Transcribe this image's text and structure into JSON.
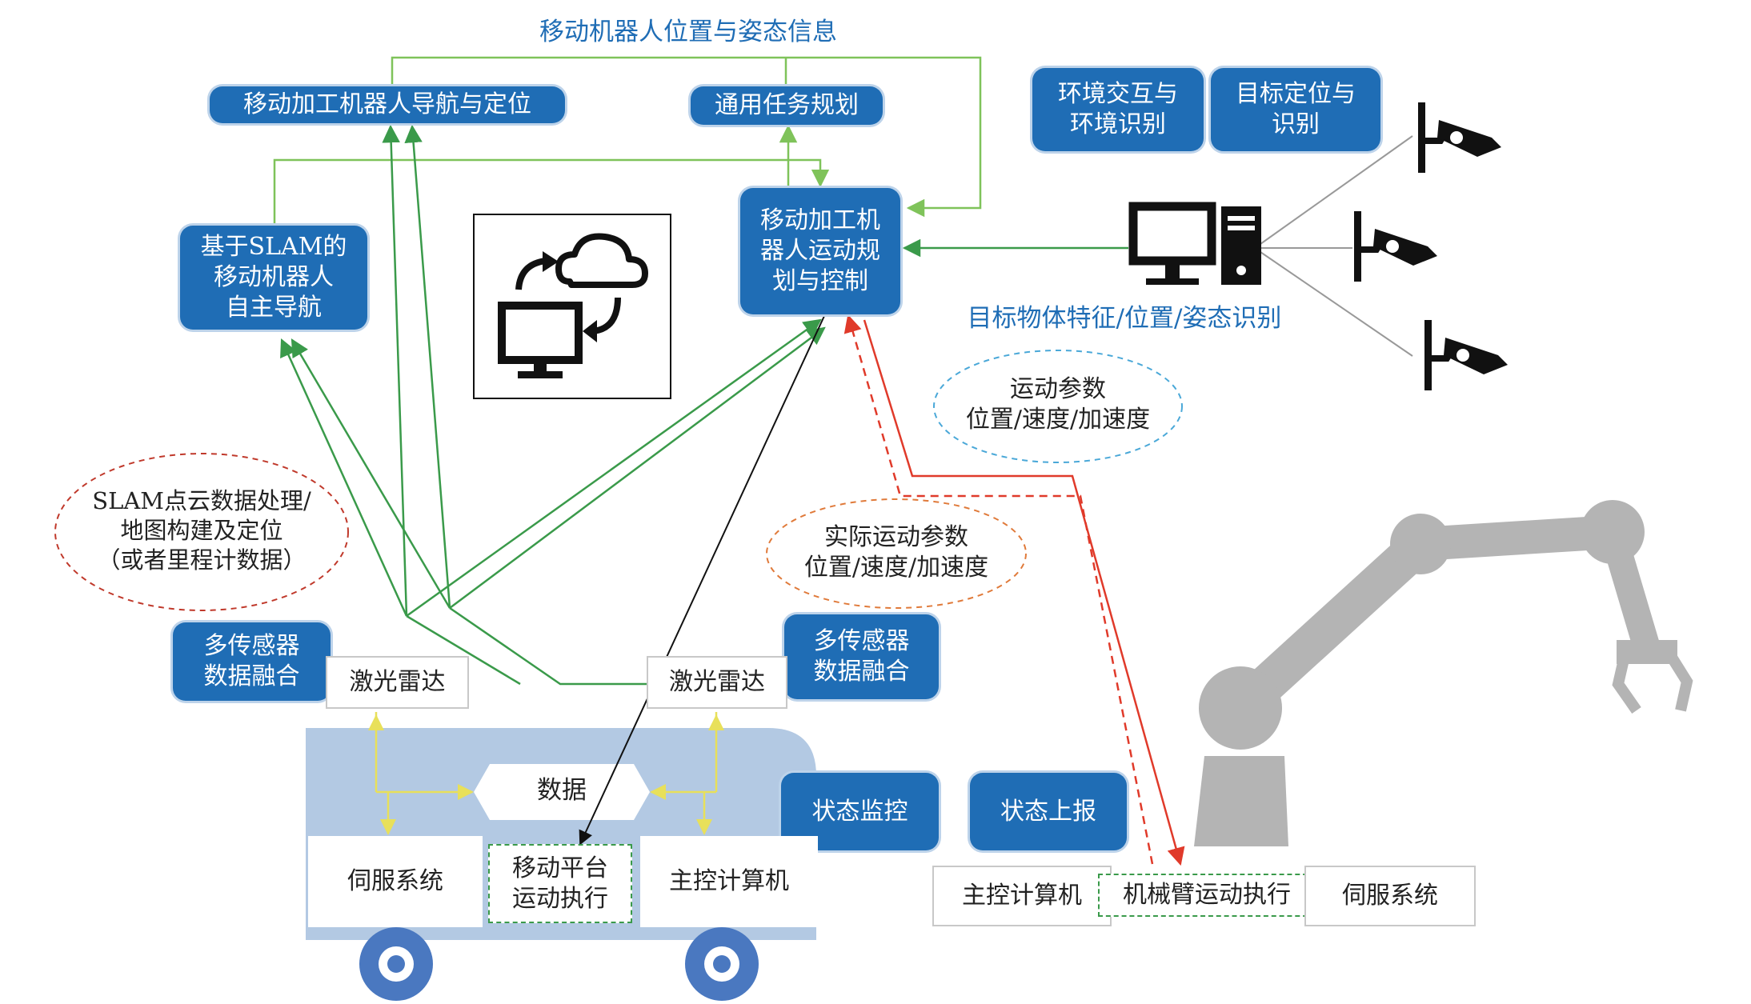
{
  "top_label": "移动机器人位置与姿态信息",
  "nav_box": "移动加工机器人导航与定位",
  "task_box": "通用任务规划",
  "slam_box": "基于SLAM的\n移动机器人\n自主导航",
  "motion_box": "移动加工机\n器人运动规\n划与控制",
  "env_box": "环境交互与\n环境识别",
  "target_box": "目标定位与\n识别",
  "target_label": "目标物体特征/位置/姿态识别",
  "ellipse_motion": "运动参数\n位置/速度/加速度",
  "ellipse_slam": "SLAM点云数据处理/\n地图构建及定位\n（或者里程计数据）",
  "ellipse_actual": "实际运动参数\n位置/速度/加速度",
  "fusion_left": "多传感器\n数据融合",
  "fusion_right": "多传感器\n数据融合",
  "lidar_left": "激光雷达",
  "lidar_right": "激光雷达",
  "data_hex": "数据",
  "servo_left": "伺服系统",
  "platform_exec": "移动平台\n运动执行",
  "main_computer_left": "主控计算机",
  "status_monitor": "状态监控",
  "status_report": "状态上报",
  "main_computer_right": "主控计算机",
  "arm_exec": "机械臂运动执行",
  "servo_right": "伺服系统",
  "icons": [
    "cloud-computer-icon",
    "desktop-computer-icon",
    "surveillance-camera-icon",
    "robot-arm-icon",
    "wheel-icon"
  ],
  "colors": {
    "blue": "#1f6db5",
    "green_arrow": "#3a9a4a",
    "light_green_arrow": "#7fc35a",
    "red_arrow": "#e03a2a",
    "yellow_arrow": "#e8e05a",
    "vehicle_body": "#b3c9e3",
    "arm_gray": "#b4b4b4"
  }
}
